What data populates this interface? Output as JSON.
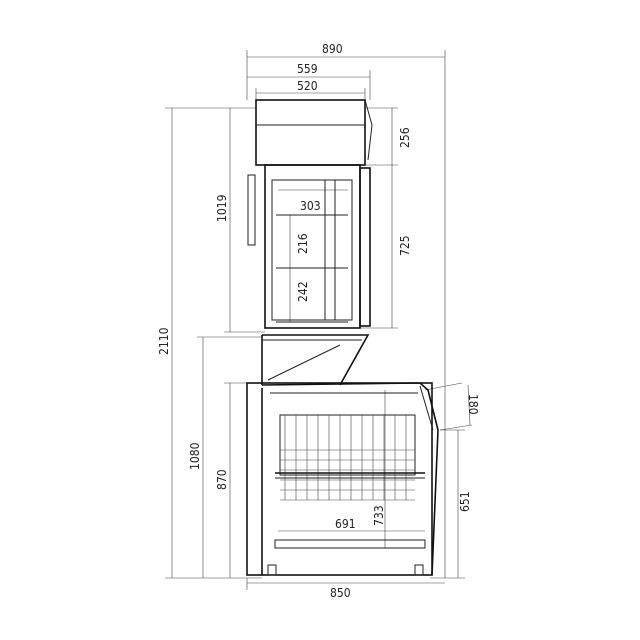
{
  "dimensions": {
    "overall_width": "890",
    "top_unit_depth": "559",
    "top_unit_inner": "520",
    "overall_height": "2110",
    "top_unit_height": "1019",
    "base_unit_height": "1080",
    "base_cabinet_height": "870",
    "top_canopy_height": "256",
    "top_door_height": "725",
    "shelf_depth": "303",
    "shelf_spacing_upper": "216",
    "shelf_spacing_lower": "242",
    "lid_height": "180",
    "front_height": "651",
    "basket_width": "691",
    "inner_height": "733",
    "base_width": "850"
  }
}
